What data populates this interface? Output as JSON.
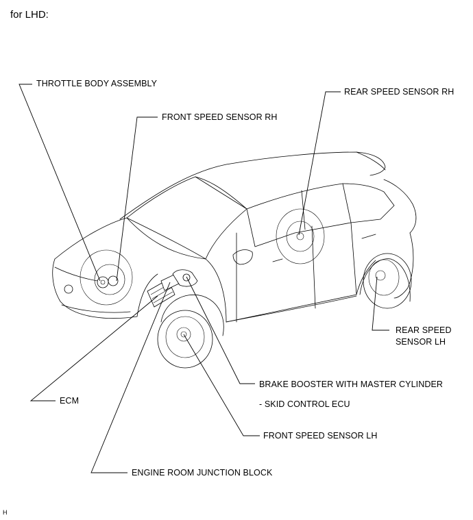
{
  "heading": "for LHD:",
  "footer_code": "H",
  "labels": {
    "throttle_body_assembly": "THROTTLE BODY ASSEMBLY",
    "front_speed_sensor_rh": "FRONT SPEED SENSOR RH",
    "rear_speed_sensor_rh": "REAR SPEED SENSOR RH",
    "rear_speed_sensor_lh_line1": "REAR SPEED",
    "rear_speed_sensor_lh_line2": "SENSOR LH",
    "brake_booster": "BRAKE BOOSTER WITH MASTER CYLINDER",
    "skid_control_ecu": "- SKID CONTROL ECU",
    "front_speed_sensor_lh": "FRONT SPEED SENSOR LH",
    "ecm": "ECM",
    "engine_room_junction_block": "ENGINE ROOM JUNCTION BLOCK"
  }
}
